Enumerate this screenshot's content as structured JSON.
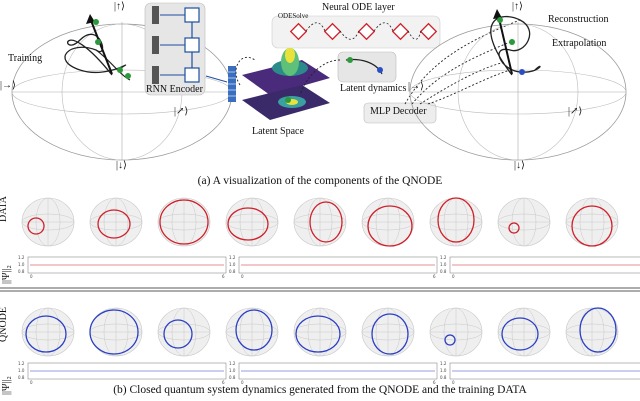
{
  "top": {
    "state_up": "|↑⟩",
    "state_down": "|↓⟩",
    "state_right": "|→⟩",
    "state_diag": "|↗⟩",
    "training_label": "Training",
    "rnn_label": "RNN Encoder",
    "latent_space_label": "Latent Space",
    "node_layer_label": "Neural ODE layer",
    "odesolve_label": "ODESolve",
    "latent_dynamics_label": "Latent dynamics",
    "mlp_decoder_label": "MLP Decoder",
    "reconstruction_label": "Reconstruction",
    "extrapolation_label": "Extrapolation"
  },
  "caption_a": "(a) A visualization of the components of the QNODE",
  "caption_b": "(b) Closed quantum system dynamics generated from the QNODE and the training DATA",
  "rows": {
    "data_label": "DATA",
    "qnode_label": "QNODE",
    "norm_label": "||Ψ||₂",
    "tick_top": "1.2",
    "tick_mid": "1.0",
    "tick_bot": "0.8",
    "x_start": "0",
    "x_end": "6"
  },
  "colors": {
    "data": "#d0202a",
    "qnode": "#2a3fc4",
    "line": "#222222"
  }
}
